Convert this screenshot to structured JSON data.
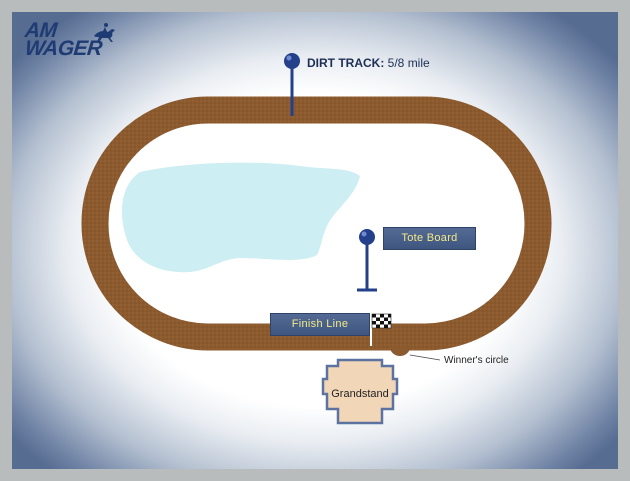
{
  "logo": {
    "line1": "AM",
    "line2": "WAGER"
  },
  "dirt_track": {
    "label": "DIRT TRACK:",
    "distance": "5/8 mile"
  },
  "tote_board": {
    "label": "Tote Board"
  },
  "finish_line": {
    "label": "Finish Line"
  },
  "winners_circle": {
    "label": "Winner's circle"
  },
  "grandstand": {
    "label": "Grandstand"
  },
  "colors": {
    "track": "#8b5a2e",
    "infield": "#ffffff",
    "lake": "#cdeef2",
    "callout": "#4a6089",
    "callout_text": "#f3ea86",
    "marker": "#25408a",
    "grandstand_fill": "#f2d6b8",
    "grandstand_border": "#5c72a0",
    "logo": "#1f3b73"
  },
  "icons": [
    "location-pin-icon",
    "checkered-flag-icon",
    "horse-rider-icon"
  ]
}
